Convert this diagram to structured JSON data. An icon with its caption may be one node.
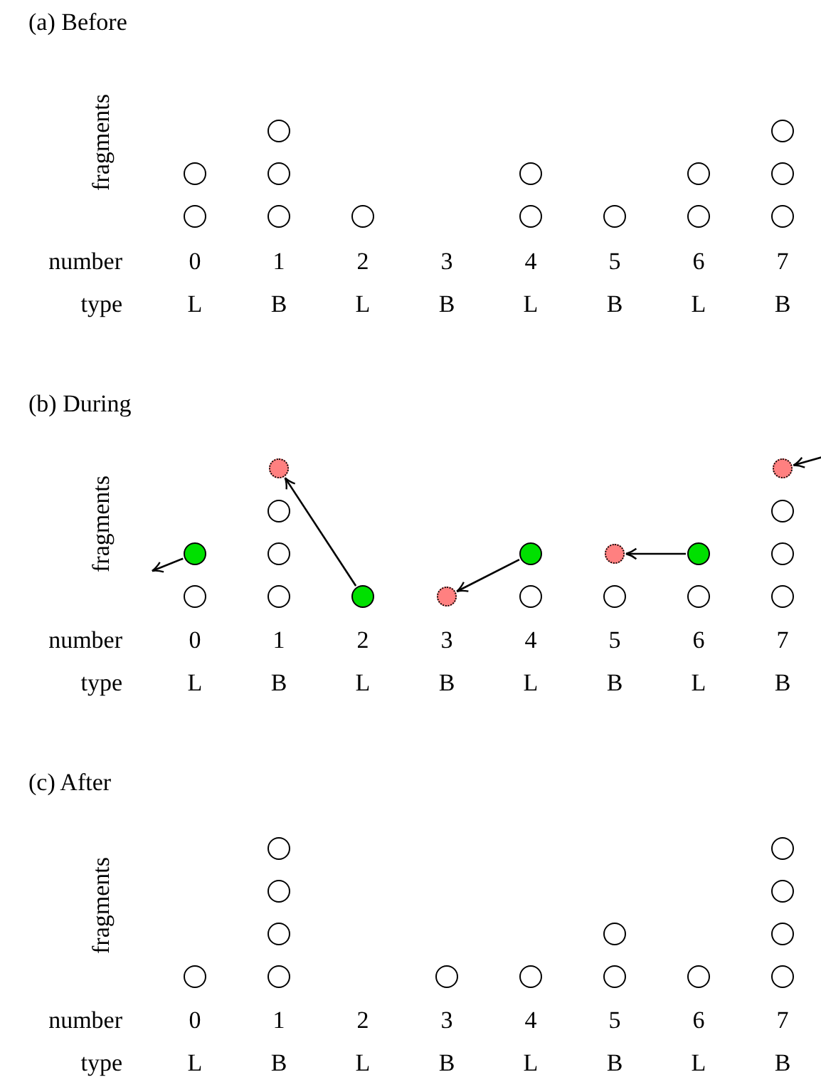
{
  "diagram": {
    "nodes": [
      {
        "text": [],
        "shape": "circle"
      },
      {
        "text": [],
        "shape": "circle"
      },
      {
        "text": [],
        "shape": "circle"
      },
      {
        "text": [],
        "shape": "circle"
      },
      {
        "text": [],
        "shape": "circle"
      },
      {
        "text": [],
        "shape": "circle"
      },
      {
        "text": [],
        "shape": "circle"
      },
      {
        "text": [],
        "shape": "circle"
      },
      {
        "text": [],
        "shape": "circle"
      },
      {
        "text": [],
        "shape": "circle"
      },
      {
        "text": [],
        "shape": "circle"
      },
      {
        "text": [],
        "shape": "circle"
      },
      {
        "text": [],
        "shape": "circle"
      },
      {
        "text": [],
        "shape": "circle"
      },
      {
        "text": [],
        "shape": "circle"
      },
      {
        "text": [],
        "shape": "circle"
      },
      {
        "text": [],
        "shape": "circle"
      },
      {
        "text": [],
        "shape": "circle"
      },
      {
        "text": [],
        "shape": "circle"
      },
      {
        "text": [],
        "shape": "circle"
      },
      {
        "text": [],
        "shape": "circle"
      },
      {
        "text": [],
        "shape": "circle"
      },
      {
        "text": [],
        "shape": "circle"
      },
      {
        "text": [],
        "shape": "circle"
      },
      {
        "text": [],
        "shape": "circle"
      },
      {
        "text": [],
        "shape": "circle"
      },
      {
        "text": [],
        "shape": "circle"
      },
      {
        "text": [],
        "shape": "circle"
      },
      {
        "text": [],
        "shape": "circle"
      },
      {
        "text": [],
        "shape": "circle"
      },
      {
        "text": [],
        "shape": "circle"
      },
      {
        "text": [],
        "shape": "circle"
      },
      {
        "text": [],
        "shape": "circle"
      },
      {
        "text": [],
        "shape": "circle"
      },
      {
        "text": [],
        "shape": "circle"
      },
      {
        "text": [],
        "shape": "circle"
      },
      {
        "text": [],
        "shape": "circle"
      },
      {
        "text": [],
        "shape": "circle"
      },
      {
        "text": [],
        "shape": "circle"
      },
      {
        "text": [],
        "shape": "circle"
      },
      {
        "text": [],
        "shape": "circle"
      },
      {
        "text": [],
        "shape": "circle"
      },
      {
        "text": [],
        "shape": "circle"
      },
      {
        "text": [],
        "shape": "circle"
      },
      {
        "text": [],
        "shape": "circle"
      },
      {
        "text": [],
        "shape": "circle"
      }
    ],
    "edges": [
      {
        "from": 15,
        "to": null,
        "arrow": "to"
      },
      {
        "from": 20,
        "to": 19,
        "arrow": "to"
      },
      {
        "from": 23,
        "to": 21,
        "arrow": "to"
      },
      {
        "from": 27,
        "to": 25,
        "arrow": "to"
      },
      {
        "from": null,
        "to": 31,
        "arrow": "to"
      }
    ],
    "labels": [
      "(a) Before",
      "fragments",
      "number",
      "0",
      "1",
      "2",
      "3",
      "4",
      "5",
      "6",
      "7",
      "type",
      "L",
      "B",
      "L",
      "B",
      "L",
      "B",
      "L",
      "B",
      "(b) During",
      "fragments",
      "number",
      "0",
      "1",
      "2",
      "3",
      "4",
      "5",
      "6",
      "7",
      "type",
      "L",
      "B",
      "L",
      "B",
      "L",
      "B",
      "L",
      "B",
      "(c) After",
      "fragments",
      "number",
      "0",
      "1",
      "2",
      "3",
      "4",
      "5",
      "6",
      "7",
      "type",
      "L",
      "B",
      "L",
      "B",
      "L",
      "B",
      "L",
      "B"
    ]
  }
}
